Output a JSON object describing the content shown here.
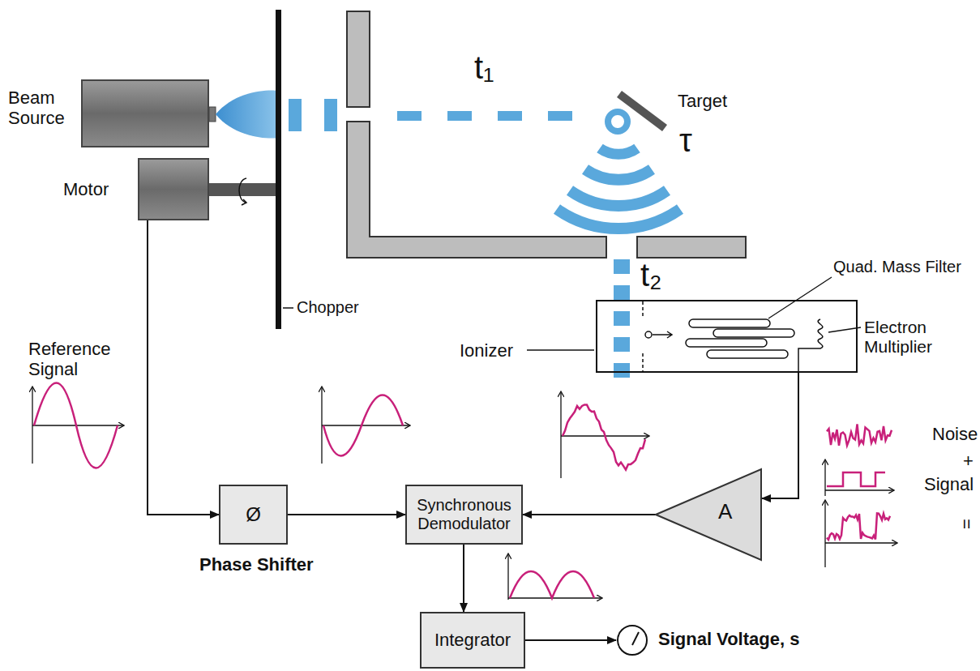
{
  "diagram": {
    "nodes": [
      {
        "text": [
          "Beam Source"
        ]
      },
      {
        "text": [
          "Motor"
        ]
      },
      {
        "text": [
          "Ionizer"
        ]
      },
      {
        "text": [
          "Ø",
          "Phase Shifter"
        ]
      },
      {
        "text": [
          "Synchronous Demodulator"
        ]
      },
      {
        "text": [
          "A"
        ]
      },
      {
        "text": [
          "Integrator"
        ]
      },
      {
        "text": [
          "Signal Voltage, s"
        ]
      }
    ],
    "edges": [
      {
        "from": 1,
        "to": 3,
        "arrow": "to"
      },
      {
        "from": 3,
        "to": 4,
        "arrow": "to"
      },
      {
        "from": 2,
        "to": 5,
        "arrow": "to"
      },
      {
        "from": 5,
        "to": 4,
        "arrow": "to"
      },
      {
        "from": 4,
        "to": 6,
        "arrow": "to"
      },
      {
        "from": 6,
        "to": 7,
        "arrow": "to"
      }
    ],
    "labels": [
      "t₁",
      "Target",
      "τ",
      "Chopper",
      "t₂",
      "Quad. Mass Filter",
      "Electron Multiplier",
      "Reference Signal",
      "Noise",
      "+",
      "Signal",
      "="
    ]
  }
}
